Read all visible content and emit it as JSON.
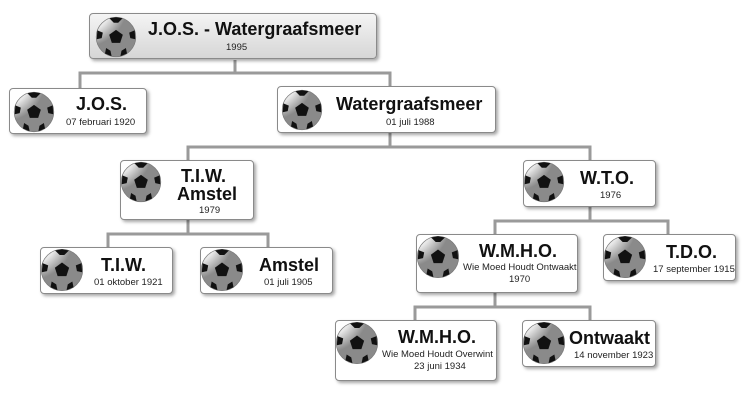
{
  "nodes": {
    "jos_watergraafsmeer": {
      "title": "J.O.S. - Watergraafsmeer",
      "sub": "1995"
    },
    "jos": {
      "title": "J.O.S.",
      "sub": "07 februari 1920"
    },
    "watergraafsmeer": {
      "title": "Watergraafsmeer",
      "sub": "01 juli 1988"
    },
    "tiw_amstel": {
      "title_line1": "T.I.W.",
      "title_line2": "Amstel",
      "sub": "1979"
    },
    "wto": {
      "title": "W.T.O.",
      "sub": "1976"
    },
    "tiw": {
      "title": "T.I.W.",
      "sub": "01 oktober 1921"
    },
    "amstel": {
      "title": "Amstel",
      "sub": "01 juli 1905"
    },
    "wmho_ontwaakt": {
      "title": "W.M.H.O.",
      "sub_line1": "Wie Moed Houdt Ontwaakt",
      "sub_line2": "1970"
    },
    "tdo": {
      "title": "T.D.O.",
      "sub": "17 september 1915"
    },
    "wmho_overwint": {
      "title": "W.M.H.O.",
      "sub_line1": "Wie Moed Houdt Overwint",
      "sub_line2": "23 juni 1934"
    },
    "ontwaakt": {
      "title": "Ontwaakt",
      "sub": "14 november 1923"
    }
  },
  "colors": {
    "connector": "#9a9a9a",
    "node_border": "#8a8a8a",
    "root_fill": "#dcdcdc"
  },
  "icon": "soccer-ball-icon"
}
